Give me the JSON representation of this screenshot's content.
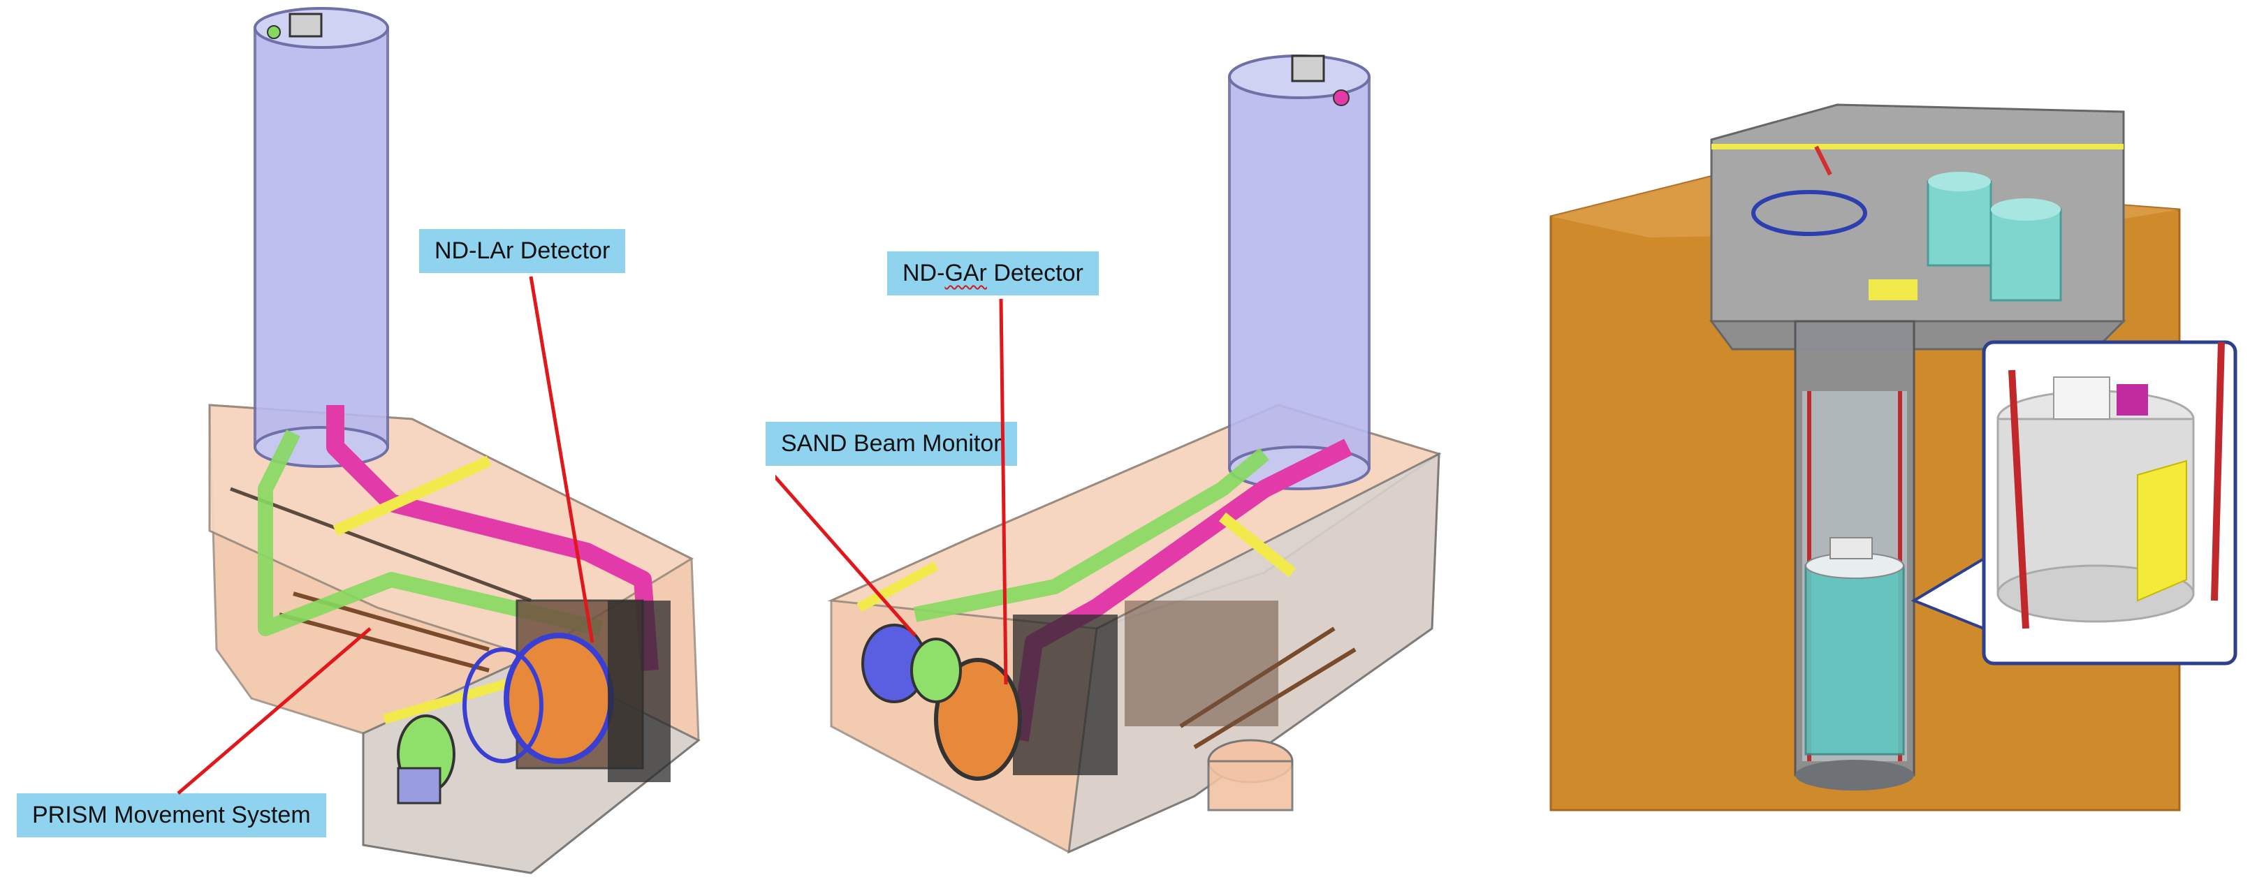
{
  "labels": {
    "nd_lar": "ND-LAr Detector",
    "nd_gar_prefix": "ND-",
    "nd_gar_word": "GAr",
    "nd_gar_suffix": " Detector",
    "sand": "SAND Beam Monitor",
    "prism": "PRISM Movement System"
  },
  "colors": {
    "callout_bg": "#8fd3ef",
    "leader_line": "#e0181c",
    "shaft_blue": "#b7b9ee",
    "hall_tan": "#f2c3a4",
    "pipe_magenta": "#e33aa9",
    "pipe_green": "#86d95f",
    "rail_yellow": "#f2ea4a",
    "rock_orange": "#cf8a2c",
    "tank_cyan": "#7fd6cf"
  },
  "icons": [
    "cavern-3d-model-left",
    "cavern-3d-model-middle",
    "underground-shaft-cutaway"
  ]
}
